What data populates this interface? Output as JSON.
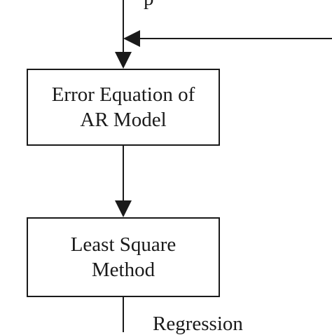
{
  "diagram": {
    "nodes": [
      {
        "id": "error-equation",
        "lines": [
          "Error Equation of",
          "AR Model"
        ]
      },
      {
        "id": "least-square",
        "lines": [
          "Least Square",
          "Method"
        ]
      }
    ],
    "labels": {
      "top_partial": "p",
      "bottom": "Regression"
    },
    "edges": [
      {
        "from": "input",
        "to": "error-equation"
      },
      {
        "from": "feedback",
        "to": "error-equation"
      },
      {
        "from": "error-equation",
        "to": "least-square"
      },
      {
        "from": "least-square",
        "to": "output"
      }
    ],
    "colors": {
      "stroke": "#1a1a1a",
      "background": "#ffffff"
    }
  }
}
